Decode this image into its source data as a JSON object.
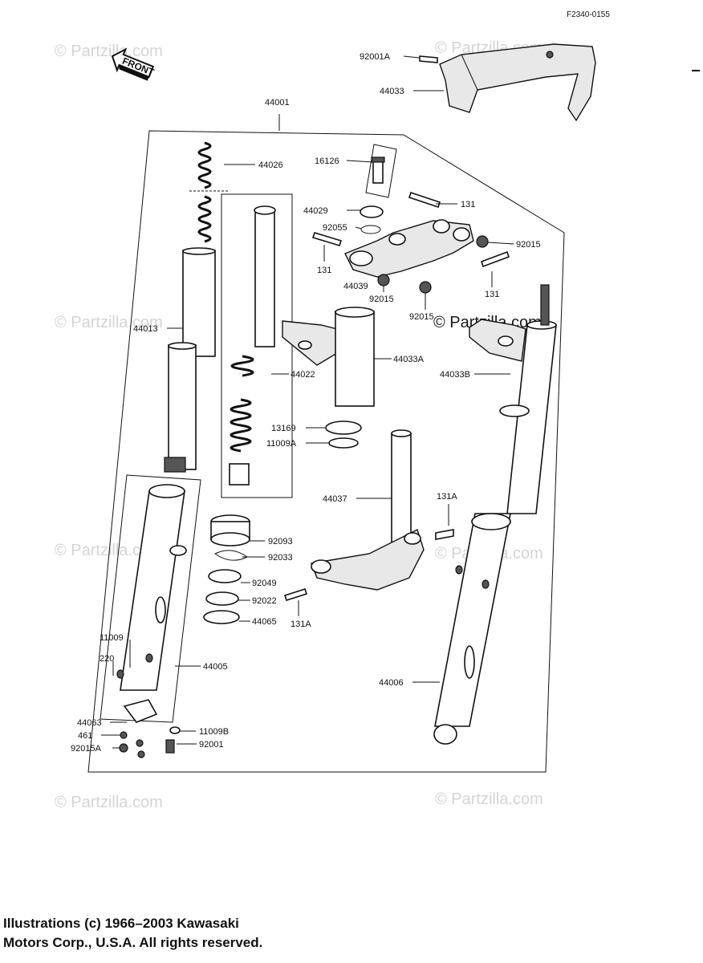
{
  "figure_code": "F2340-0155",
  "front_label": "FRONT",
  "watermarks": {
    "short": "© Partzilla.com",
    "dark": "© Partzilla.com"
  },
  "parts": {
    "p44001": "44001",
    "p92001A": "92001A",
    "p44033": "44033",
    "p44026": "44026",
    "p16126": "16126",
    "p131_top": "131",
    "p44029": "44029",
    "p92055": "92055",
    "p92015_right": "92015",
    "p131_left": "131",
    "p44039": "44039",
    "p92015_a": "92015",
    "p92015_b": "92015",
    "p131_right": "131",
    "p44013": "44013",
    "p44033A": "44033A",
    "p44033B": "44033B",
    "p44022": "44022",
    "p13169": "13169",
    "p11009A": "11009A",
    "p44037": "44037",
    "p131A_top": "131A",
    "p92093": "92093",
    "p92033": "92033",
    "p92049": "92049",
    "p92022": "92022",
    "p44065": "44065",
    "p131A_bottom": "131A",
    "p11009": "11009",
    "p220": "220",
    "p44005": "44005",
    "p44006": "44006",
    "p44063": "44063",
    "p461": "461",
    "p92015A": "92015A",
    "p11009B": "11009B",
    "p92001": "92001"
  },
  "copyright": {
    "line1": "Illustrations (c) 1966–2003 Kawasaki",
    "line2": "Motors Corp., U.S.A.  All rights reserved."
  }
}
